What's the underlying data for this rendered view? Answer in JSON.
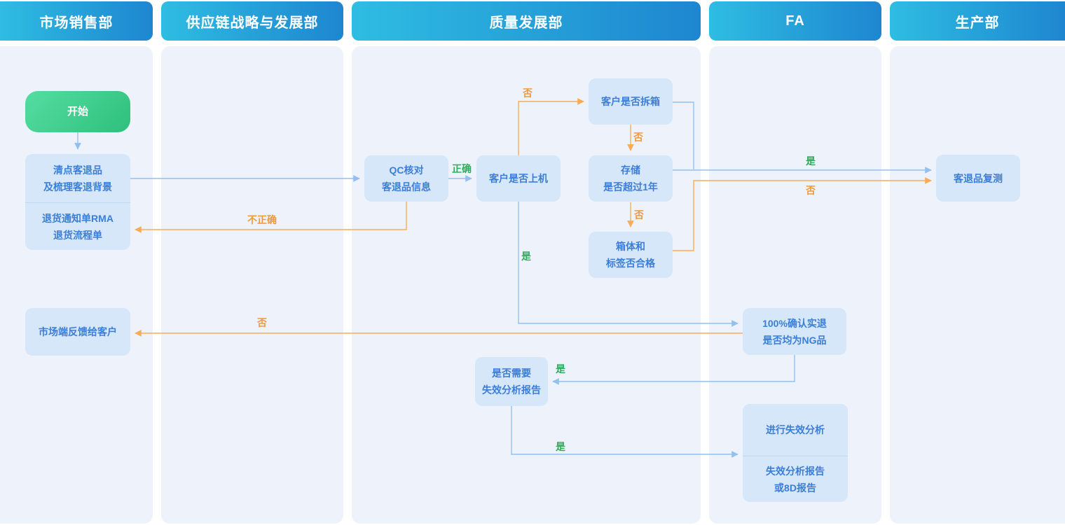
{
  "lanes": [
    {
      "label": "市场销售部"
    },
    {
      "label": "供应链战略与发展部"
    },
    {
      "label": "质量发展部"
    },
    {
      "label": "FA"
    },
    {
      "label": "生产部"
    }
  ],
  "nodes": {
    "start": {
      "label": "开始"
    },
    "intake": {
      "top": "清点客退品\n及梳理客退背景",
      "bottom": "退货通知单RMA\n退货流程单"
    },
    "qc_check": {
      "label": "QC核对\n客退品信息"
    },
    "on_machine": {
      "label": "客户是否上机"
    },
    "unboxed": {
      "label": "客户是否拆箱"
    },
    "storage": {
      "label": "存储\n是否超过1年"
    },
    "box_label_ok": {
      "label": "箱体和\n标签否合格"
    },
    "retest": {
      "label": "客退品复测"
    },
    "feedback": {
      "label": "市场端反馈给客户"
    },
    "confirm_ng": {
      "label": "100%确认实退\n是否均为NG品"
    },
    "need_fa_report": {
      "label": "是否需要\n失效分析报告"
    },
    "fa": {
      "top": "进行失效分析",
      "bottom": "失效分析报告\n或8D报告"
    }
  },
  "edge_labels": {
    "yes": "是",
    "no": "否",
    "correct": "正确",
    "incorrect": "不正确"
  },
  "edges": [
    {
      "from": "start",
      "to": "intake",
      "label": ""
    },
    {
      "from": "intake",
      "to": "qc_check",
      "label": ""
    },
    {
      "from": "qc_check",
      "to": "on_machine",
      "label": "正确"
    },
    {
      "from": "qc_check",
      "to": "intake",
      "label": "不正确"
    },
    {
      "from": "on_machine",
      "to": "unboxed",
      "label": "否"
    },
    {
      "from": "unboxed",
      "to": "storage",
      "label": "否"
    },
    {
      "from": "storage",
      "to": "box_label_ok",
      "label": "否"
    },
    {
      "from": "unboxed",
      "to": "retest",
      "label": "是"
    },
    {
      "from": "storage",
      "to": "retest",
      "label": "是"
    },
    {
      "from": "box_label_ok",
      "to": "retest",
      "label": "否"
    },
    {
      "from": "on_machine",
      "to": "confirm_ng",
      "label": "是"
    },
    {
      "from": "confirm_ng",
      "to": "feedback",
      "label": "否"
    },
    {
      "from": "confirm_ng",
      "to": "need_fa_report",
      "label": "是"
    },
    {
      "from": "need_fa_report",
      "to": "fa",
      "label": "是"
    }
  ],
  "colors": {
    "header_grad_start": "#2ebde2",
    "header_grad_end": "#1e86d0",
    "lane_bg": "#eef3fb",
    "node_bg": "#d6e7fa",
    "node_text": "#3b7ed8",
    "node_divider": "#c0d9f3",
    "start_grad_start": "#55dda1",
    "start_grad_end": "#2ec07c",
    "conn_blue": "#94c0ee",
    "conn_orange": "#f8ac58",
    "label_green": "#2fad5e",
    "label_orange": "#f0993c"
  }
}
